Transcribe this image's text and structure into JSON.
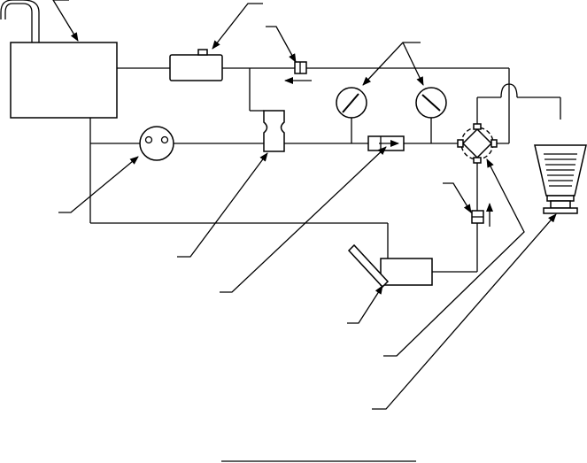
{
  "diagram": {
    "background": "#ffffff",
    "line_color": "#000000",
    "components": [
      {
        "id": "reservoir",
        "icon": "reservoir-tank-icon"
      },
      {
        "id": "filler-neck",
        "icon": "filler-pipe-icon"
      },
      {
        "id": "filter",
        "icon": "filter-canister-icon"
      },
      {
        "id": "check-valve-top",
        "icon": "check-valve-icon"
      },
      {
        "id": "pump",
        "icon": "pump-icon"
      },
      {
        "id": "accumulator",
        "icon": "accumulator-icon"
      },
      {
        "id": "gauge-left",
        "icon": "pressure-gauge-icon"
      },
      {
        "id": "gauge-right",
        "icon": "pressure-gauge-icon"
      },
      {
        "id": "flow-valve",
        "icon": "flow-control-valve-icon"
      },
      {
        "id": "selector-valve",
        "icon": "four-way-valve-icon"
      },
      {
        "id": "check-valve-vertical",
        "icon": "check-valve-icon"
      },
      {
        "id": "hand-pump",
        "icon": "hand-pump-icon"
      },
      {
        "id": "actuator-jack",
        "icon": "hydraulic-jack-icon"
      }
    ],
    "caption": ""
  }
}
